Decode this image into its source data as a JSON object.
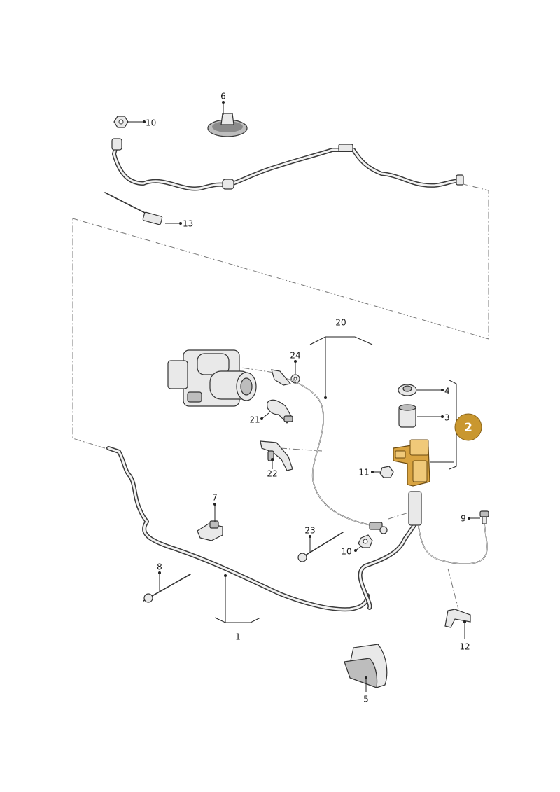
{
  "callouts": {
    "c1": "1",
    "c2": "2",
    "c3": "3",
    "c4": "4",
    "c5": "5",
    "c6": "6",
    "c7": "7",
    "c8": "8",
    "c9": "9",
    "c10a": "10",
    "c10b": "10",
    "c11": "11",
    "c12": "12",
    "c13": "13",
    "c20": "20",
    "c21": "21",
    "c22": "22",
    "c23": "23",
    "c24": "24"
  },
  "colors": {
    "highlight": "#d9a441",
    "badge": "#c9972f"
  }
}
